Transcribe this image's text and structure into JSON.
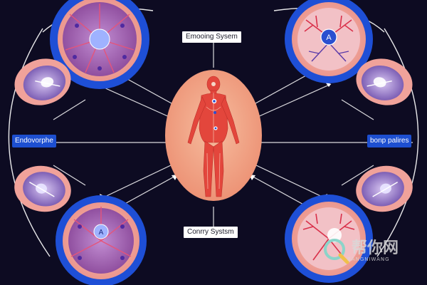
{
  "labels": {
    "top_center": "Emooing Sysem",
    "bottom_center": "Conrry Systsm",
    "left": "Endovorphe",
    "right": "bonp palires"
  },
  "badge_letter": "A",
  "watermark": {
    "chinese": "帮你网",
    "latin": "BANGNIWANG"
  },
  "icons": [
    "top-left-gland-icon",
    "top-right-gland-icon",
    "bottom-left-gland-icon",
    "bottom-right-gland-icon",
    "human-figure-icon",
    "cell-icon"
  ],
  "colors": {
    "background": "#0d0b22",
    "ring_blue": "#1e4fd6",
    "tissue_pink": "#f0a29a",
    "body_red": "#e3463c",
    "center_oval": "#f2a384",
    "vessel_red": "#d9304a",
    "inner_purple": "#7a3b9c"
  }
}
